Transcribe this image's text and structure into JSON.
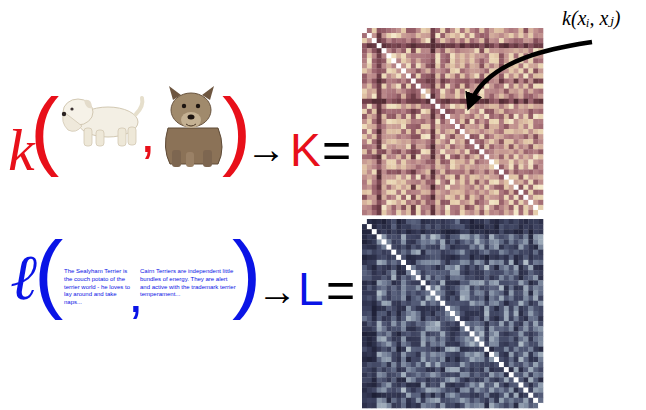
{
  "diagram": {
    "labels": [
      "k",
      "(",
      ",",
      ")",
      "→",
      "K",
      "=",
      "k(xᵢ, xⱼ)",
      "ℓ",
      "(",
      "The Sealyham Terrier is the couch potato of the terrier world - he loves to lay around and take naps...",
      ",",
      "Cairn Terriers are independent little bundles of energy. They are alert and active with the trademark terrier temperament...",
      ")",
      "→",
      "L",
      "="
    ]
  }
}
